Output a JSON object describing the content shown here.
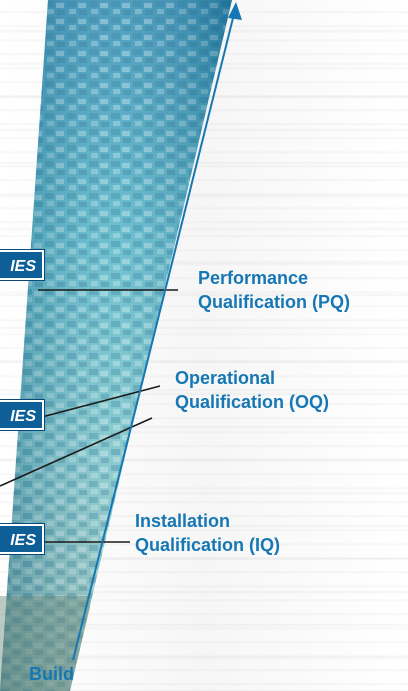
{
  "phases": [
    {
      "line1": "Performance",
      "line2": "Qualification (PQ)"
    },
    {
      "line1": "Operational",
      "line2": "Qualification (OQ)"
    },
    {
      "line1": "Installation",
      "line2": "Qualification (IQ)"
    }
  ],
  "tags": [
    "IES",
    "IES",
    "IES"
  ],
  "build_label": "Build",
  "colors": {
    "label_blue": "#1677b5",
    "tag_blue": "#0e5e97",
    "mosaic_teal": "#4aa6c2"
  }
}
